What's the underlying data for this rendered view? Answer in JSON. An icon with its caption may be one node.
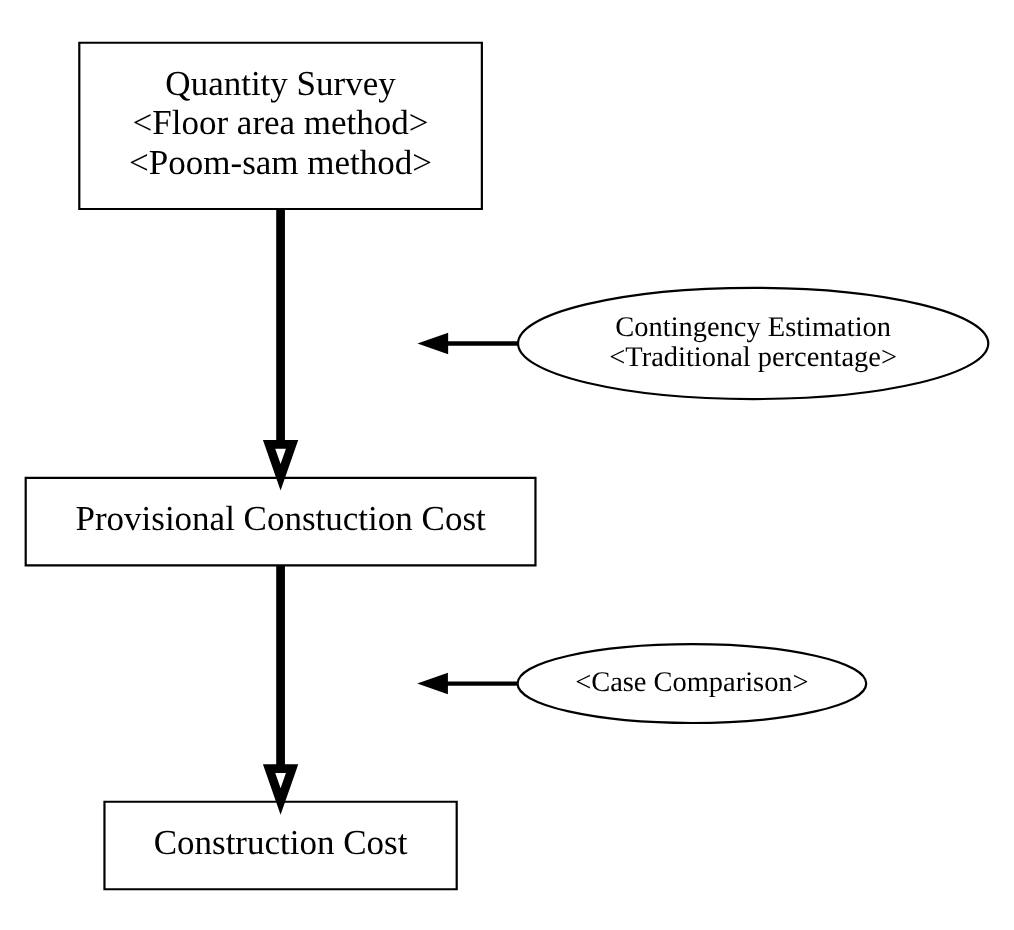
{
  "diagram": {
    "nodes": [
      {
        "text": [
          "Quantity Survey",
          "<Floor area method>",
          "<Poom-sam method>"
        ]
      },
      {
        "text": [
          "Provisional Constuction Cost"
        ]
      },
      {
        "text": [
          "Construction Cost"
        ]
      },
      {
        "text": [
          "Contingency Estimation",
          "<Traditional percentage>"
        ]
      },
      {
        "text": [
          "<Case Comparison>"
        ]
      }
    ],
    "edges": [
      {
        "from": 0,
        "to": 1,
        "arrow": "to",
        "style": "thick"
      },
      {
        "from": 1,
        "to": 2,
        "arrow": "to",
        "style": "thick"
      },
      {
        "from": 3,
        "to": null,
        "arrow": "to"
      },
      {
        "from": 4,
        "to": null,
        "arrow": "to"
      }
    ]
  }
}
